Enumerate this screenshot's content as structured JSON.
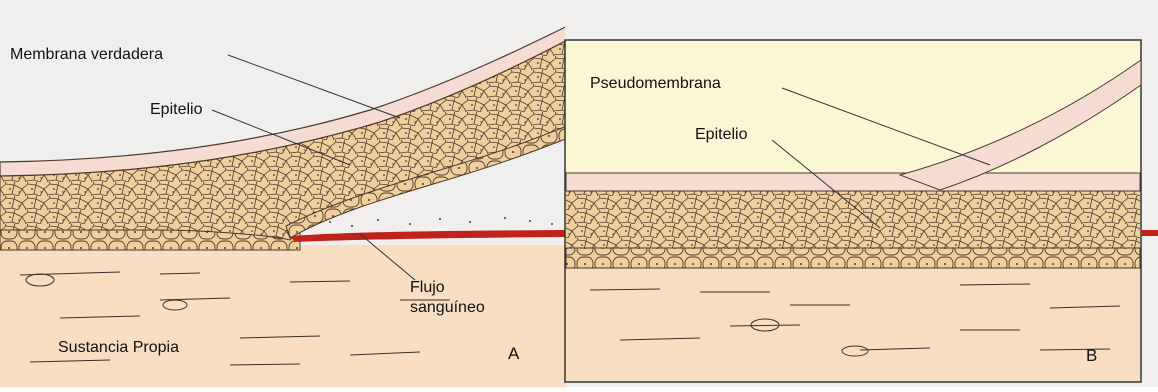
{
  "labels": {
    "membrana_verdadera": "Membrana verdadera",
    "epitelio_a": "Epitelio",
    "flujo_line1": "Flujo",
    "flujo_line2": "sanguíneo",
    "sustancia_propia": "Sustancia Propia",
    "panel_a": "A",
    "pseudomembrana": "Pseudomembrana",
    "epitelio_b": "Epitelio",
    "panel_b": "B"
  },
  "colors": {
    "background": "#f1eeee",
    "lamina_propria": "#f7ddc1",
    "epithelium": "#efcf9e",
    "cell_lines": "#4a3a2a",
    "membrane": "#f5dcd2",
    "blood": "#c0231c",
    "inset_background": "#fbf6d3",
    "inset_border": "#333333",
    "leader_lines": "#333333"
  }
}
